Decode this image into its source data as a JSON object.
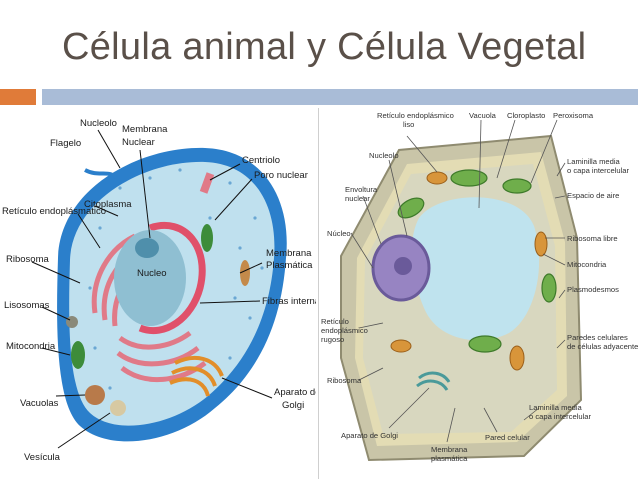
{
  "slide": {
    "title": "Célula animal y Célula Vegetal",
    "accent_color": "#e07b39",
    "bar_color": "#a9bcd7"
  },
  "animal_cell": {
    "labels": {
      "nucleolo": "Nucleolo",
      "membrana_nuclear": [
        "Membrana",
        "Nuclear"
      ],
      "flagelo": "Flagelo",
      "centriolo": "Centriolo",
      "citoplasma": "Citoplasma",
      "reticulo": "Retículo endoplásmatico",
      "poro_nuclear": "Poro nuclear",
      "ribosoma": "Ribosoma",
      "nucleo": "Nucleo",
      "membrana_plasmatica": [
        "Membrana",
        "Plasmática"
      ],
      "fibras_internas": "Fibras internas",
      "lisosomas": "Lisosomas",
      "mitocondria": "Mitocondria",
      "aparato_golgi": [
        "Aparato de",
        "Golgi"
      ],
      "vacuolas": "Vacuolas",
      "vesicula": "Vesícula"
    }
  },
  "plant_cell": {
    "labels": {
      "reticulo_liso": [
        "Retículo endoplásmico",
        "liso"
      ],
      "vacuola": "Vacuola",
      "cloroplasto": "Cloroplasto",
      "peroxisoma": "Peroxisoma",
      "nucleolo": "Nucleolo",
      "laminilla_media_top": [
        "Laminilla media",
        "o capa intercelular"
      ],
      "espacio_aire": "Espacio de aire",
      "envoltura_nuclear": [
        "Envoltura",
        "nuclear"
      ],
      "ribosoma_libre": "Ribosoma libre",
      "nucleo": "Núcleo",
      "mitocondria": "Mitocondria",
      "plasmodesmos": "Plasmodesmos",
      "reticulo_rugoso": [
        "Retículo",
        "endoplásmico",
        "rugoso"
      ],
      "paredes_celulares": [
        "Paredes celulares",
        "de células adyacentes"
      ],
      "ribosoma": "Ribosoma",
      "laminilla_media_bottom": [
        "Laminilla media",
        "o capa intercelular"
      ],
      "aparato_golgi": "Aparato de Golgi",
      "pared_celular": "Pared celular",
      "membrana_plasmatica": [
        "Membrana",
        "plasmática"
      ]
    }
  }
}
